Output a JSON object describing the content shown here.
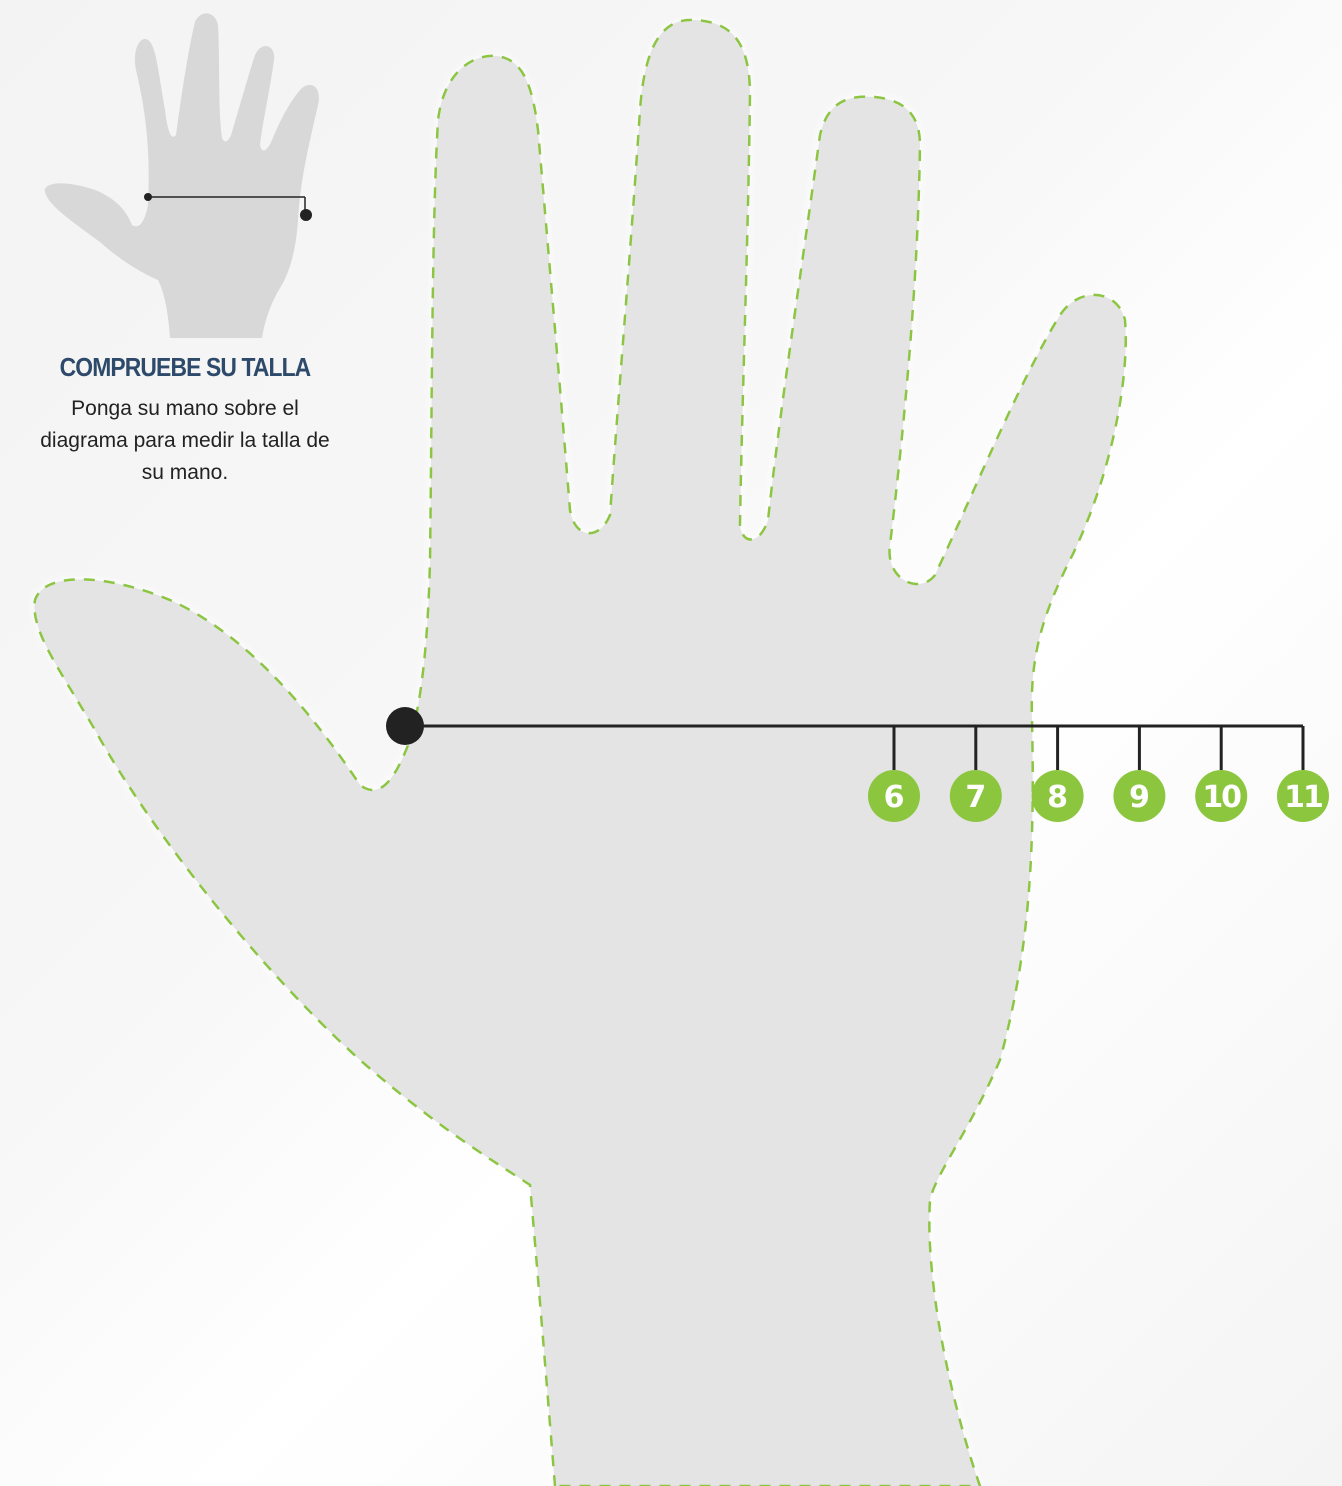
{
  "title": "COMPRUEBE SU TALLA",
  "description": "Ponga su mano sobre el diagrama para medir la talla de su mano.",
  "sizes": [
    "6",
    "7",
    "8",
    "9",
    "10",
    "11"
  ],
  "colors": {
    "accent_green": "#8cc63f",
    "title_blue": "#2d4a6b",
    "hand_fill": "#e4e4e4",
    "small_hand_fill": "#d8d8d8",
    "ruler": "#222222"
  }
}
